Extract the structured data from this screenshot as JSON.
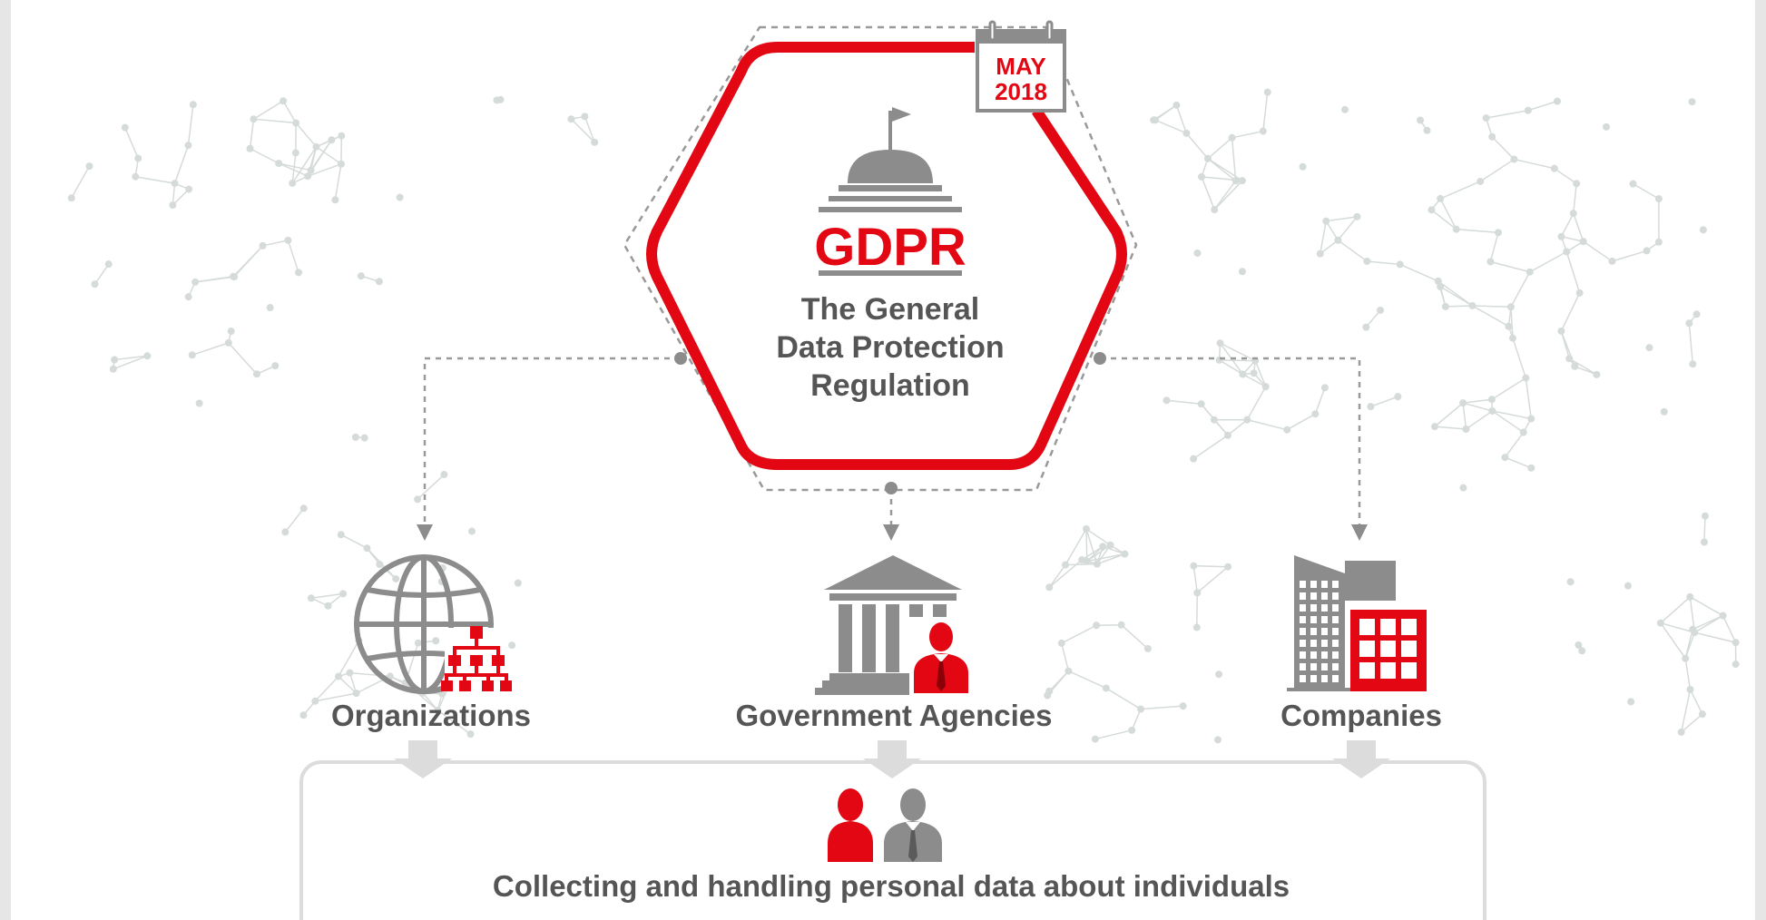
{
  "calendar": {
    "month": "MAY",
    "year": "2018"
  },
  "gdpr": {
    "acronym": "GDPR",
    "title_lines": [
      "The General",
      "Data Protection",
      "Regulation"
    ]
  },
  "entities": [
    {
      "label": "Organizations",
      "icon": "globe-org-chart-icon"
    },
    {
      "label": "Government Agencies",
      "icon": "government-building-person-icon"
    },
    {
      "label": "Companies",
      "icon": "office-buildings-icon"
    }
  ],
  "footer": {
    "label": "Collecting and handling personal data about individuals",
    "icon": "two-people-icon"
  },
  "colors": {
    "accent": "#e30613",
    "gray_icon": "#8c8c8c",
    "text": "#555555",
    "frame": "#dcdcdc",
    "map": "#d5dbd9"
  }
}
